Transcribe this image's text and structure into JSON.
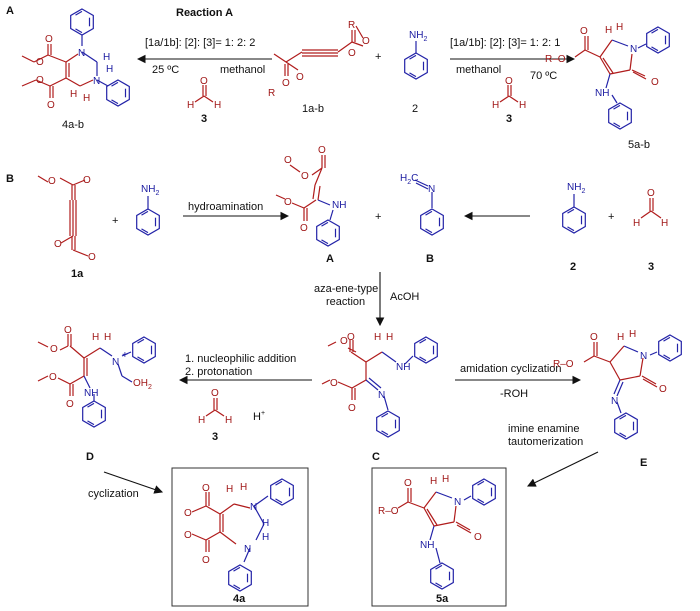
{
  "panel_a": {
    "label": "A",
    "title": "Reaction A",
    "left_cond_ratio": "[1a/1b]: [2]: [3]= 1: 2: 2",
    "left_temp": "25 ºC",
    "left_solvent": "methanol",
    "right_cond_ratio": "[1a/1b]: [2]: [3]= 1: 2: 1",
    "right_solvent": "methanol",
    "right_temp": "70 ºC",
    "reagent_3": "3",
    "sm_label": "1a-b",
    "amine_label": "2",
    "prod_left_label": "4a-b",
    "prod_right_label": "5a-b",
    "plus": "+",
    "R": "R",
    "O": "O",
    "N": "N",
    "H": "H",
    "NH2": "NH",
    "NH2_sub": "2",
    "NH": "NH",
    "R_O": "R–O"
  },
  "panel_b": {
    "label": "B",
    "hydroamination": "hydroamination",
    "aza_ene_1": "aza-ene-type",
    "aza_ene_2": "reaction",
    "acoh": "AcOH",
    "nuc_add": "1. nucleophilic addition",
    "protonation": "2. protonation",
    "amidation": "amidation cyclization",
    "minus_roh": "-ROH",
    "imine_1": "imine enamine",
    "imine_2": "tautomerization",
    "cyclization": "cyclization",
    "hplus": "H",
    "hplus_sup": "+",
    "plus_sup": "+",
    "OH2": "OH",
    "OH2_sub": "2",
    "H2C": "H",
    "H2C_sub": "2",
    "H2C_C": "C",
    "label_1a": "1a",
    "label_2": "2",
    "label_3": "3",
    "label_3b": "3",
    "label_A": "A",
    "label_B": "B",
    "label_C": "C",
    "label_D": "D",
    "label_E": "E",
    "label_4a": "4a",
    "label_5a": "5a"
  }
}
